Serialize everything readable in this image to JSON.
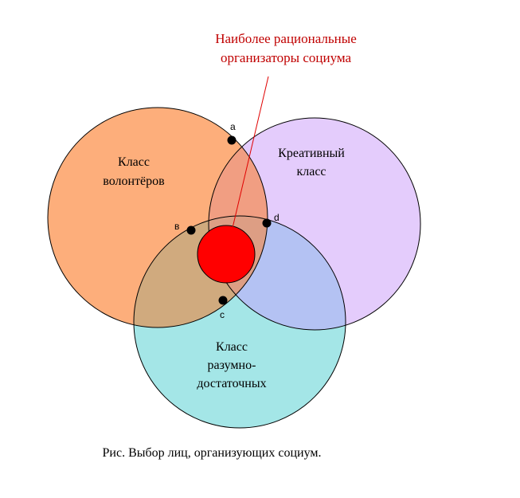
{
  "annotation": {
    "line1": "Наиболее рациональные",
    "line2": "организаторы  социума"
  },
  "circles": {
    "volunteers": {
      "label_line1": "Класс",
      "label_line2": "волонтёров"
    },
    "creative": {
      "label_line1": "Креативный",
      "label_line2": "класс"
    },
    "reasonable": {
      "label_line1": "Класс",
      "label_line2": "разумно-",
      "label_line3": "достаточных"
    }
  },
  "points": {
    "a": "a",
    "b": "в",
    "c": "c",
    "d": "d"
  },
  "caption": "Рис. Выбор лиц, организующих социум.",
  "colors": {
    "volunteers_fill": "#fdae7b",
    "creative_fill": "#e4ccfc",
    "reasonable_fill": "#a4e6e7",
    "vol_creative_overlap": "#f19e82",
    "vol_reasonable_overlap": "#d0aa7e",
    "creative_reasonable_overlap": "#b4c2f3",
    "center_overlap": "#dd9e84",
    "core": "#ff0000",
    "annotation_text": "#c00000",
    "pointer_line": "#e00000"
  }
}
